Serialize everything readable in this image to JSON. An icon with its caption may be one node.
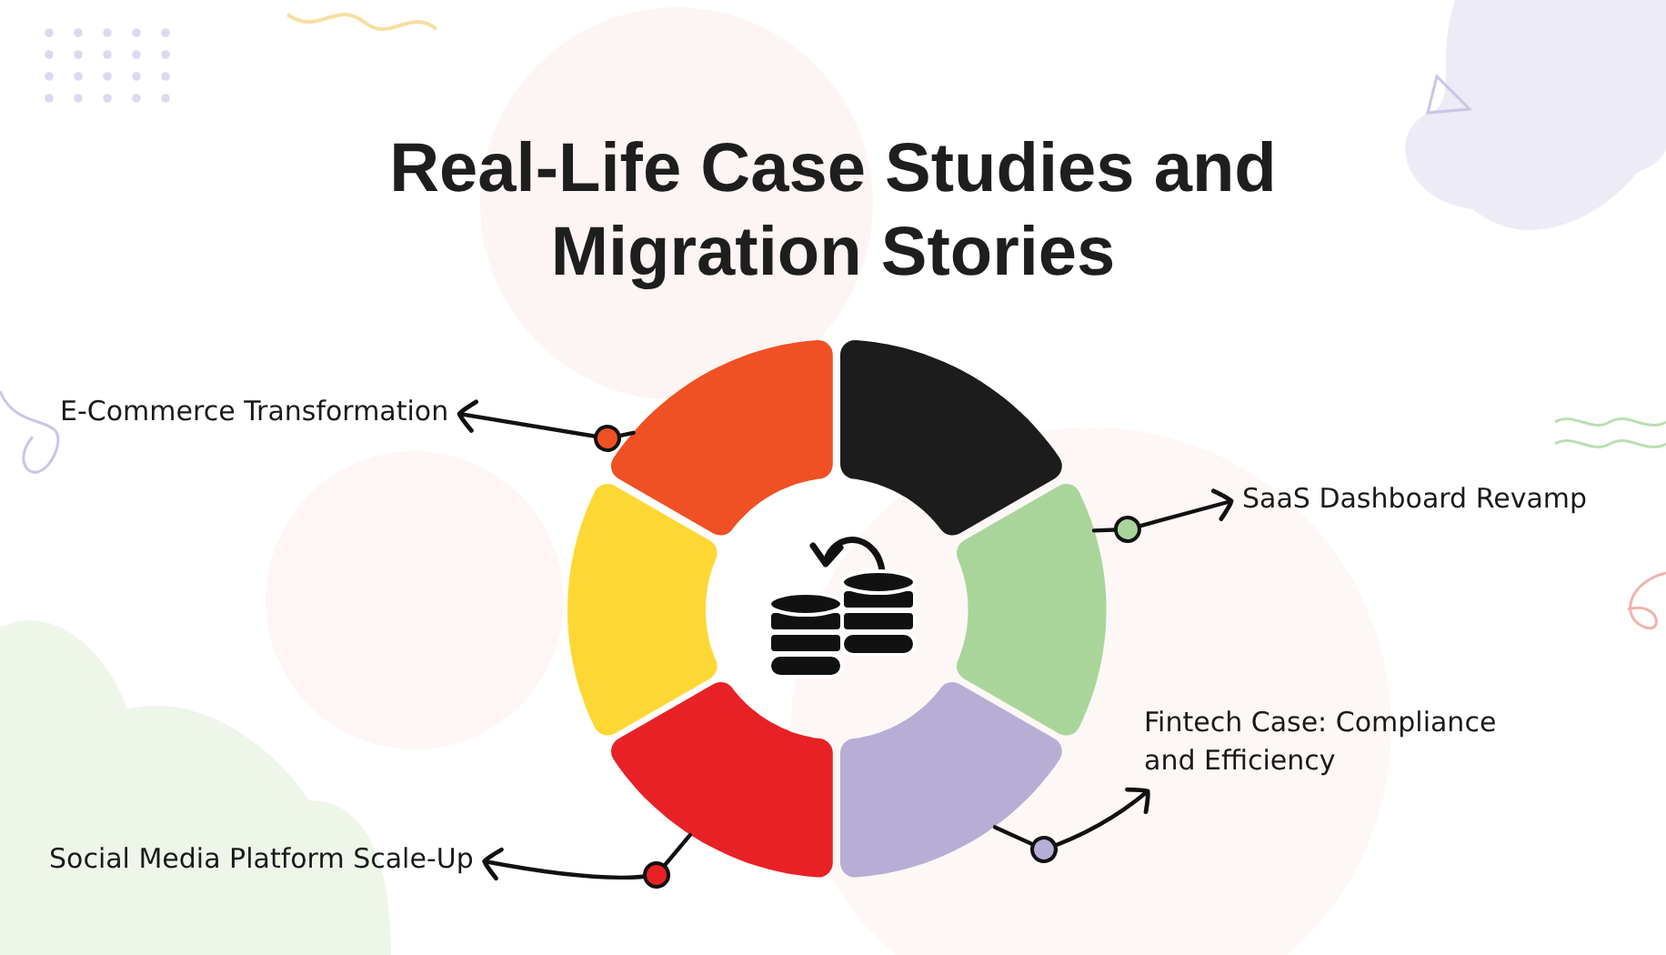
{
  "diagram": {
    "title": "Real-Life Case Studies and Migration Stories",
    "nodes": [
      {
        "text": [],
        "shape": "arc"
      },
      {
        "text": [],
        "shape": "arc"
      },
      {
        "text": [],
        "shape": "arc"
      },
      {
        "text": [],
        "shape": "arc"
      },
      {
        "text": [],
        "shape": "arc"
      },
      {
        "text": [],
        "shape": "arc"
      },
      {
        "text": [
          "E-Commerce Transformation"
        ]
      },
      {
        "text": [
          "SaaS Dashboard Revamp"
        ]
      },
      {
        "text": [
          "Fintech Case: Compliance and Efficiency"
        ]
      },
      {
        "text": [
          "Social Media Platform Scale-Up"
        ]
      }
    ],
    "edges": [
      {
        "from": 0,
        "to": 6,
        "arrow": "to"
      },
      {
        "from": 3,
        "to": 7,
        "arrow": "to"
      },
      {
        "from": 5,
        "to": 8,
        "arrow": "to"
      },
      {
        "from": 4,
        "to": 9,
        "arrow": "to"
      }
    ]
  }
}
